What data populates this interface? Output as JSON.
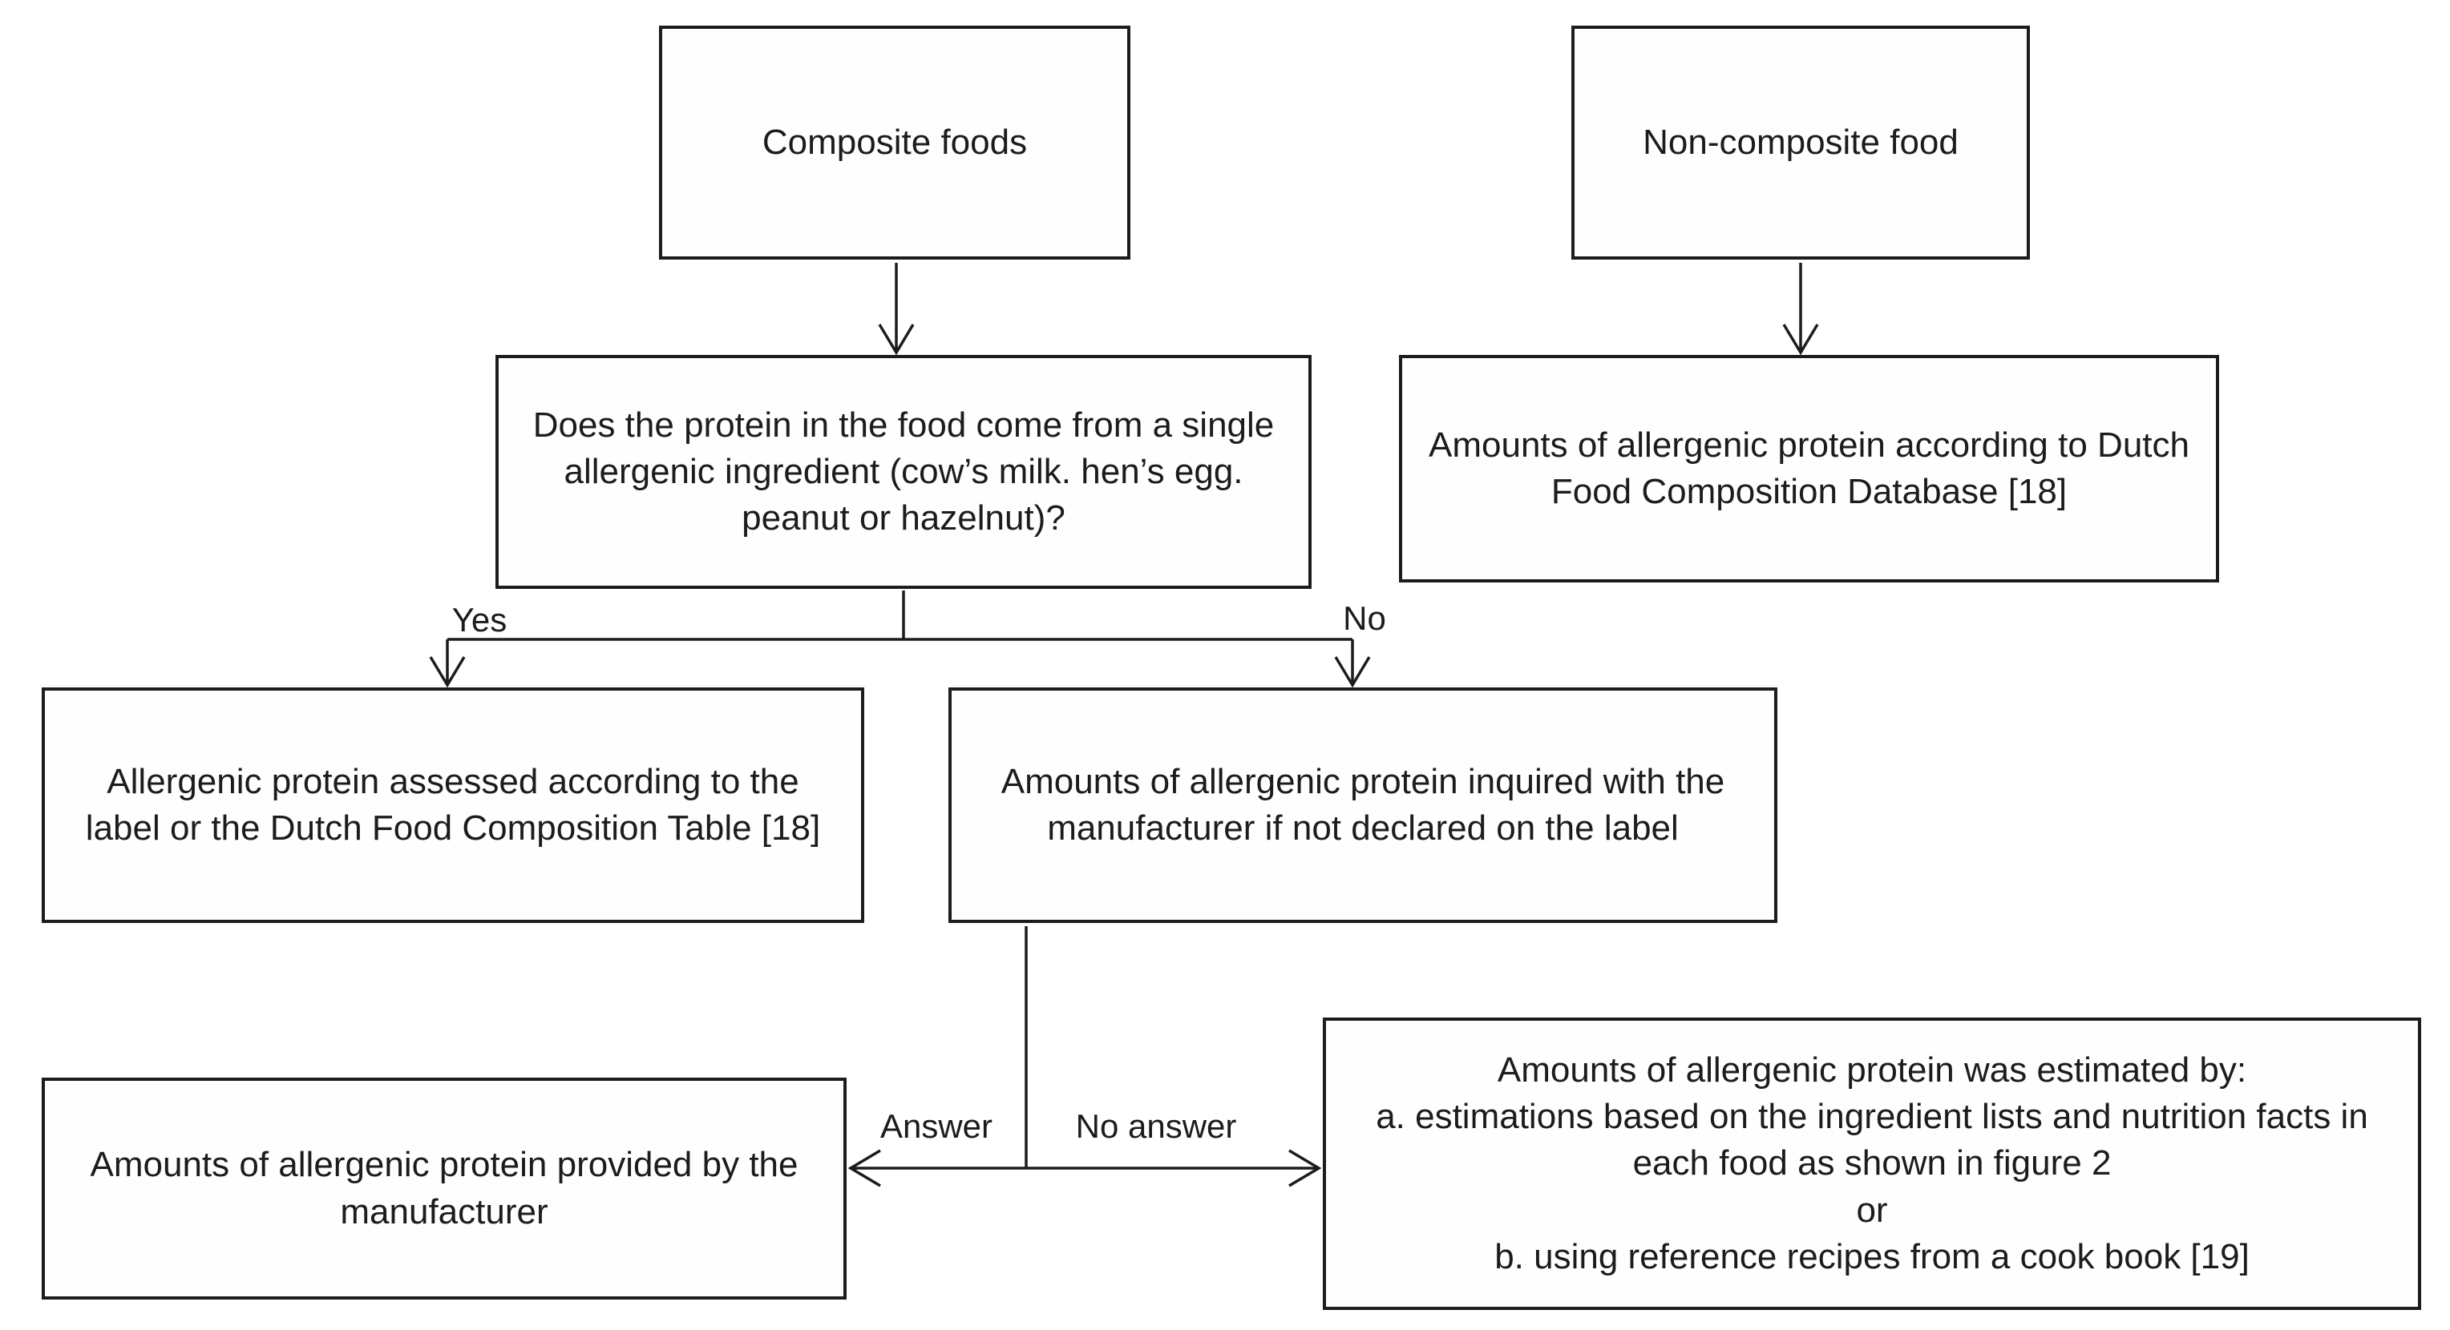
{
  "boxes": {
    "composite": {
      "text": "Composite foods"
    },
    "non_composite": {
      "text": "Non-composite food"
    },
    "decision": {
      "text": "Does the protein in the food come from a single allergenic ingredient (cow’s milk. hen’s egg. peanut or hazelnut)?"
    },
    "dutch_db": {
      "text": "Amounts of allergenic protein according to Dutch Food Composition Database [18]"
    },
    "label_assessed": {
      "text": "Allergenic protein assessed according to the label or the Dutch Food Composition Table [18]"
    },
    "inquired": {
      "text": "Amounts of allergenic protein inquired with the manufacturer if not declared on the label"
    },
    "manufacturer_provided": {
      "text": "Amounts of allergenic protein provided by the manufacturer"
    },
    "estimated": {
      "lines": [
        "Amounts of allergenic protein was estimated by:",
        "a. estimations based on the ingredient lists and nutrition facts in each food as shown in figure 2",
        "or",
        "b. using reference recipes from a cook book [19]"
      ]
    }
  },
  "edge_labels": {
    "yes": "Yes",
    "no": "No",
    "answer": "Answer",
    "no_answer": "No answer"
  },
  "colors": {
    "line": "#1c1c1c",
    "text": "#1c1c1c",
    "background": "#ffffff"
  }
}
